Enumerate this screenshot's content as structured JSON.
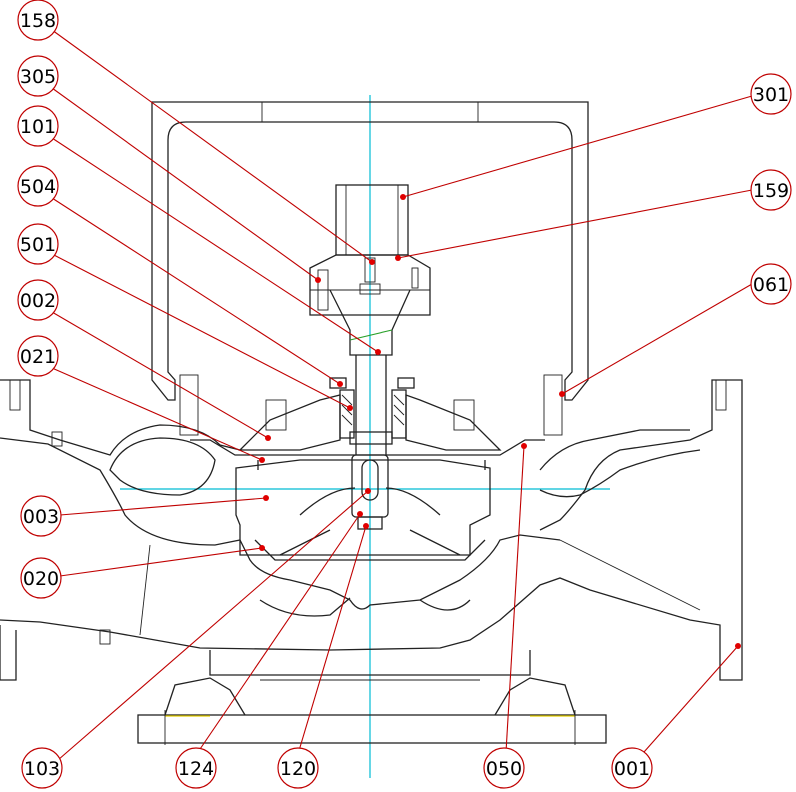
{
  "diagram": {
    "labels": [
      {
        "id": "158",
        "text": "158"
      },
      {
        "id": "305",
        "text": "305"
      },
      {
        "id": "101",
        "text": "101"
      },
      {
        "id": "504",
        "text": "504"
      },
      {
        "id": "501",
        "text": "501"
      },
      {
        "id": "002",
        "text": "002"
      },
      {
        "id": "021",
        "text": "021"
      },
      {
        "id": "003",
        "text": "003"
      },
      {
        "id": "020",
        "text": "020"
      },
      {
        "id": "301",
        "text": "301"
      },
      {
        "id": "159",
        "text": "159"
      },
      {
        "id": "061",
        "text": "061"
      },
      {
        "id": "103",
        "text": "103"
      },
      {
        "id": "124",
        "text": "124"
      },
      {
        "id": "120",
        "text": "120"
      },
      {
        "id": "050",
        "text": "050"
      },
      {
        "id": "001",
        "text": "001"
      }
    ],
    "colors": {
      "leader": "#c00000",
      "dot": "#e00000",
      "centerline": "#00bcd4",
      "outline": "#222222"
    }
  }
}
